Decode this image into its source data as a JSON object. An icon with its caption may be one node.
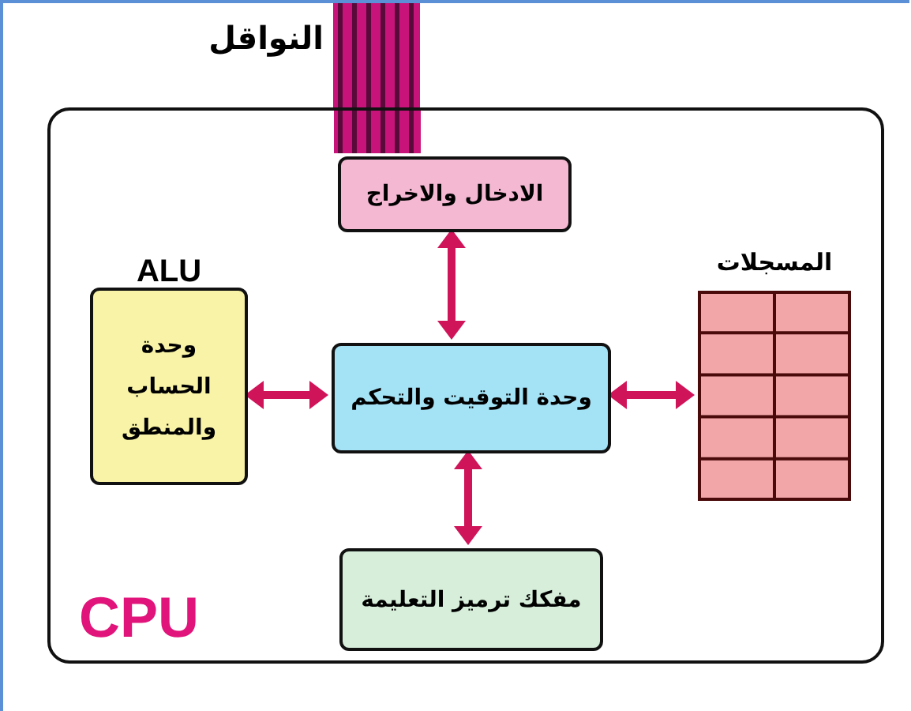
{
  "diagram": {
    "nodes": [
      {
        "text": [
          "CPU"
        ]
      },
      {
        "text": [
          "النواقل"
        ]
      },
      {
        "text": [
          "الادخال والاخراج"
        ],
        "in": 0
      },
      {
        "text": [
          "ALU",
          "وحدة الحساب والمنطق"
        ],
        "in": 0
      },
      {
        "text": [
          "وحدة التوقيت والتحكم"
        ],
        "in": 0
      },
      {
        "text": [
          "المسجلات"
        ],
        "in": 0
      },
      {
        "text": [
          "مفكك ترميز التعليمة"
        ],
        "in": 0
      }
    ],
    "edges": [
      {
        "from": 1,
        "to": 2,
        "arrow": "none",
        "style": "thick"
      },
      {
        "from": 2,
        "to": 4,
        "arrow": "both"
      },
      {
        "from": 3,
        "to": 4,
        "arrow": "both"
      },
      {
        "from": 4,
        "to": 5,
        "arrow": "both"
      },
      {
        "from": 4,
        "to": 6,
        "arrow": "both"
      }
    ]
  }
}
